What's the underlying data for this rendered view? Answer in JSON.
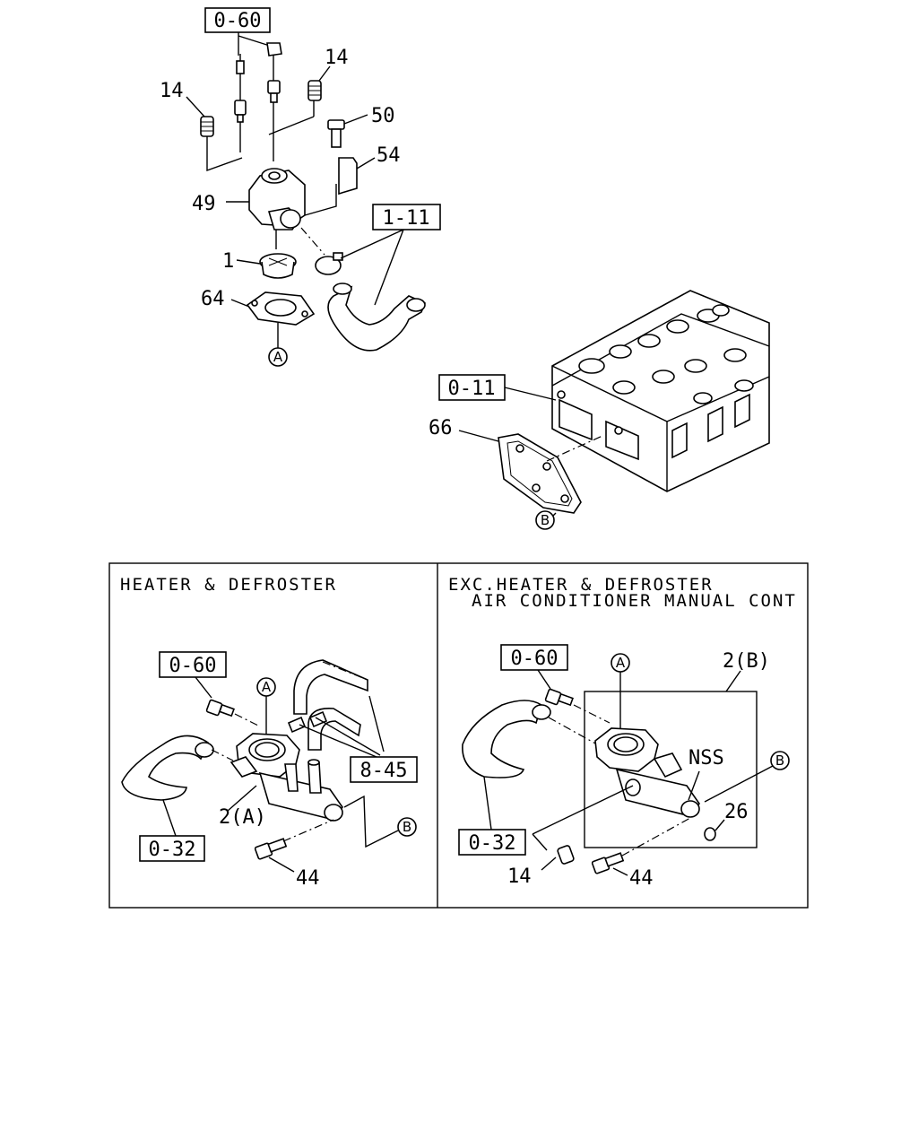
{
  "top": {
    "refs": {
      "r060": "0-60",
      "r111": "1-11",
      "r011": "0-11"
    },
    "parts": {
      "p14_right": "14",
      "p14_left": "14",
      "p50": "50",
      "p54": "54",
      "p49": "49",
      "p1": "1",
      "p64": "64",
      "p66": "66"
    },
    "markers": {
      "a": "A",
      "b": "B"
    }
  },
  "panel_left": {
    "title": "HEATER & DEFROSTER",
    "refs": {
      "r060": "0-60",
      "r845": "8-45",
      "r032": "0-32"
    },
    "parts": {
      "p2a": "2(A)",
      "p44": "44"
    },
    "markers": {
      "a": "A",
      "b": "B"
    }
  },
  "panel_right": {
    "title_line1": "EXC.HEATER & DEFROSTER",
    "title_line2": "AIR CONDITIONER MANUAL CONT",
    "refs": {
      "r060": "0-60",
      "r032": "0-32"
    },
    "parts": {
      "p2b": "2(B)",
      "nss": "NSS",
      "p26": "26",
      "p14": "14",
      "p44": "44"
    },
    "markers": {
      "a": "A",
      "b": "B"
    }
  }
}
